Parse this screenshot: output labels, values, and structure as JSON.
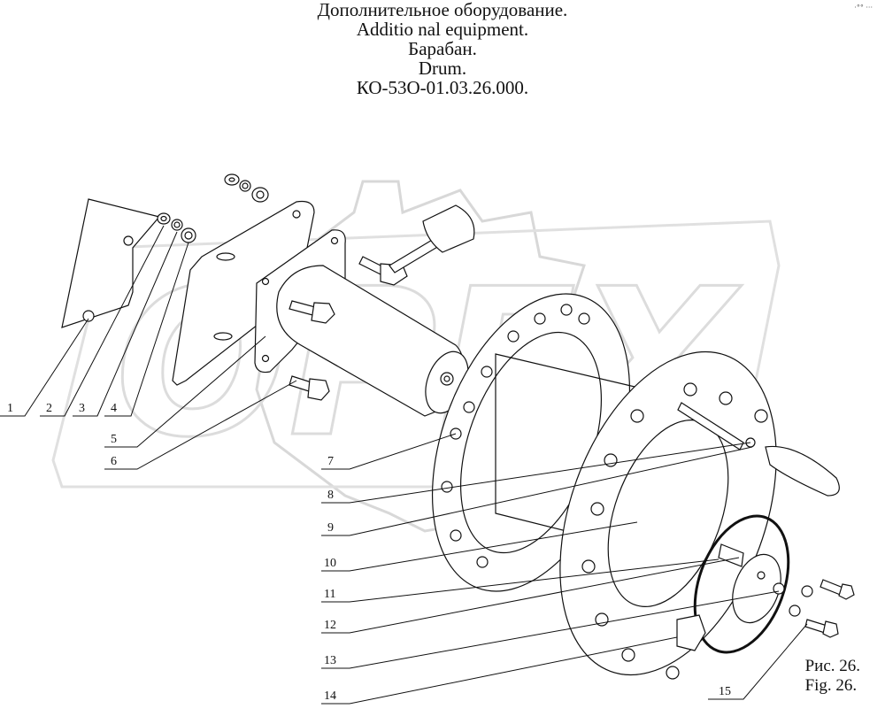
{
  "title": {
    "line1": "Дополнительное оборудование.",
    "line2": "Additio nal equipment.",
    "line3": "Барабан.",
    "line4": "Drum.",
    "line5": "КО-53О-01.03.26.000."
  },
  "caption": {
    "ru": "Рис. 26.",
    "en": "Fig. 26."
  },
  "watermark": "OPEX",
  "corner_mark": "·°° ···",
  "callouts": [
    "1",
    "2",
    "3",
    "4",
    "5",
    "6",
    "7",
    "8",
    "9",
    "10",
    "11",
    "12",
    "13",
    "14",
    "15"
  ]
}
